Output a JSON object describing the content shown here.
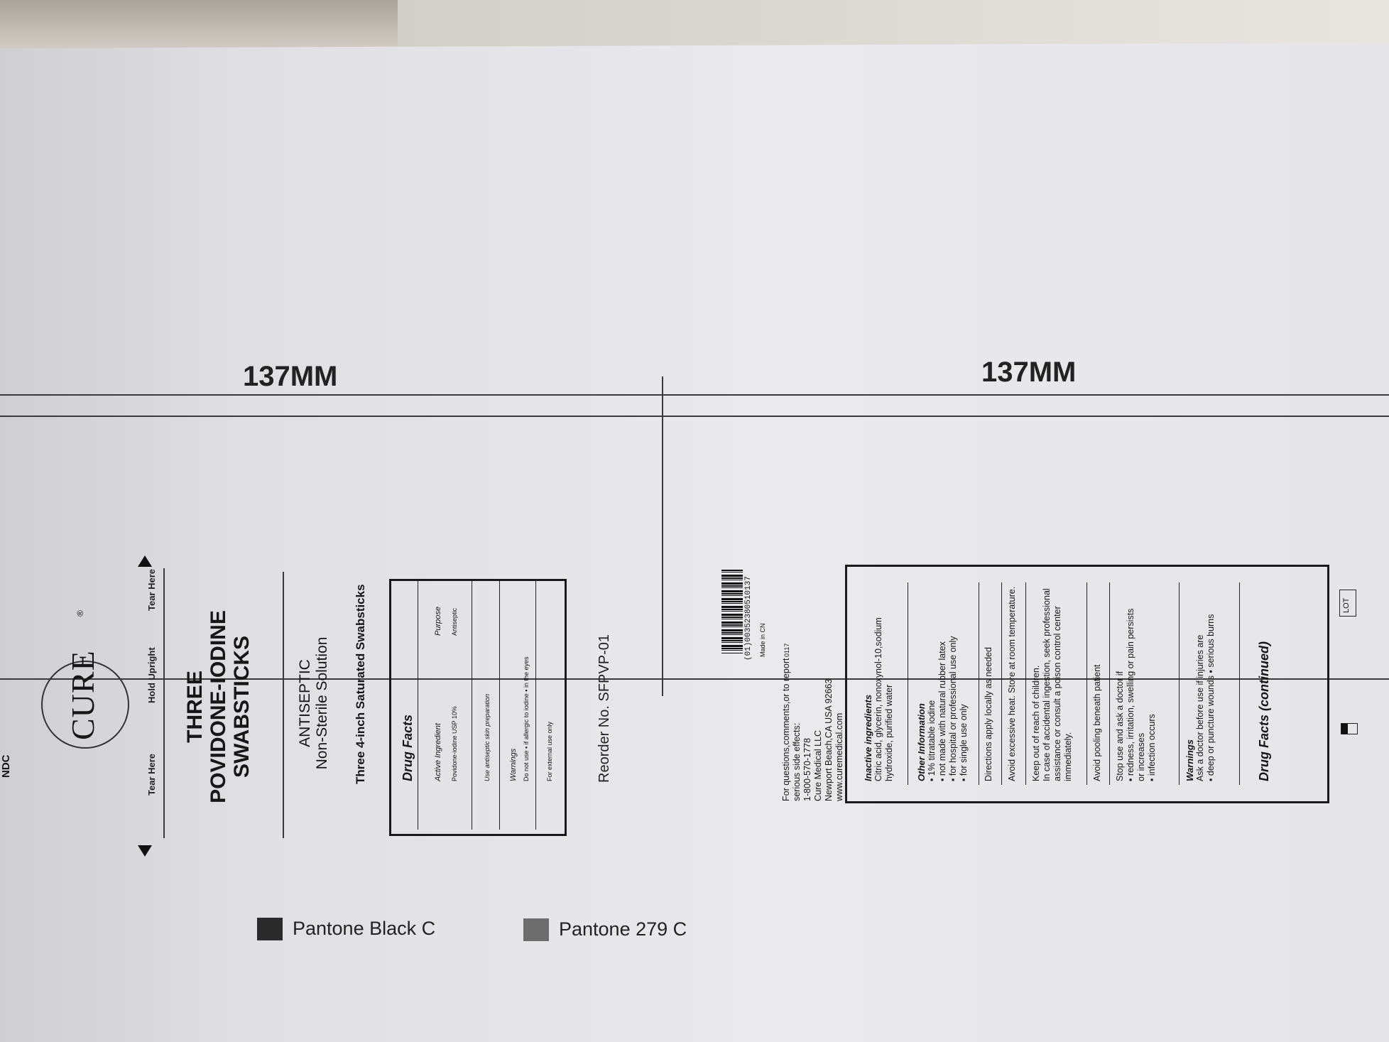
{
  "measurements": {
    "left_width": "137MM",
    "right_width": "137MM"
  },
  "ndc": "NDC",
  "label": {
    "tear_here_left": "Tear Here",
    "hold_upright": "Hold Upright",
    "tear_here_right": "Tear Here",
    "brand": "CURE",
    "registered": "®",
    "title_line1": "THREE",
    "title_line2": "POVIDONE-IODINE",
    "title_line3": "SWABSTICKS",
    "antiseptic": "ANTISEPTIC",
    "non_sterile": "Non-Sterile Solution",
    "saturated": "Three 4-inch Saturated Swabsticks",
    "reorder": "Reorder No. SFPVP-01"
  },
  "drug_facts_front": {
    "title": "Drug Facts",
    "active_ingredient_label": "Active Ingredient",
    "purpose_label": "Purpose",
    "active_ingredient": "Povidone-iodine USP 10%",
    "purpose": "Antiseptic",
    "use": "Use antiseptic skin preparation",
    "warnings_label": "Warnings",
    "do_not_use": "Do not use  ▪ if allergic to iodine   ▪ in the eyes",
    "external": "For external use only"
  },
  "drug_facts_back": {
    "lot": "LOT",
    "title": "Drug Facts (continued)",
    "warnings_label": "Warnings",
    "ask_doctor": "Ask a doctor before use if injuries are",
    "ask_items": "▪ deep or puncture wounds   ▪ serious burns",
    "stop_use": "Stop use and ask a doctor if",
    "stop_item1": "▪ redness, irritation, swelling or pain persists",
    "stop_item1b": "or increases",
    "stop_item2": "▪ infection occurs",
    "avoid_pooling": "Avoid pooling beneath patient",
    "keep_out_1": "Keep out of reach of children.",
    "keep_out_2": "In case of accidental ingestion, seek professional",
    "keep_out_3": "assistance or consult a poison control center",
    "keep_out_4": "immediately.",
    "avoid_heat": "Avoid excessive heat. Store at room temperature.",
    "directions": "Directions apply locally as needed",
    "other_info_label": "Other Information",
    "other_1": "▪ 1% titratable iodine",
    "other_2": "▪ not made with natural rubber latex",
    "other_3": "▪ for hospital or professional use only",
    "other_4": "▪ for single use only",
    "inactive_label": "Inactive ingredients",
    "inactive_1": "Citric acid, glycerin, nonoxynol-10,sodium",
    "inactive_2": "hydroxide, purified water",
    "contact_1": "For questions,comments,or to report",
    "contact_2": "serious side effects:",
    "contact_3": "1-800-570-1778",
    "contact_4": "Cure Medical LLC",
    "contact_5": "Newport Beach,CA USA 92663",
    "contact_6": "www.curemedical.com",
    "made_in": "Made in CN",
    "code": "0117",
    "barcode_number": "(01)00352380510137"
  },
  "swatches": [
    {
      "label": "Pantone Black C",
      "color": "#2a2a2a"
    },
    {
      "label": "Pantone 279 C",
      "color": "#6d6d6d"
    }
  ]
}
